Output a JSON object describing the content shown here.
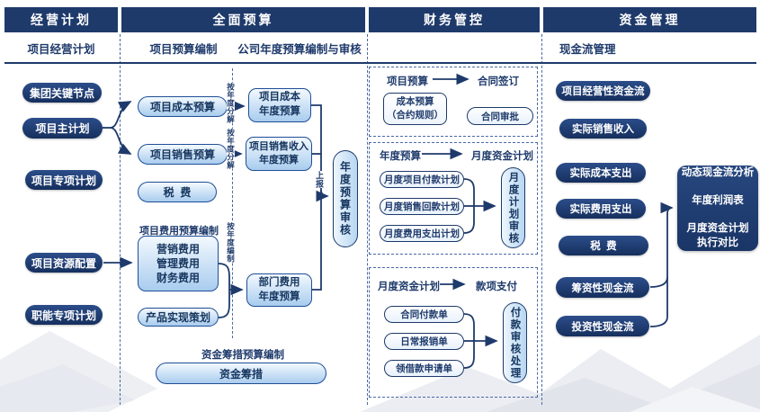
{
  "colors": {
    "navy": "#1e3a6b",
    "light_blue": "#a9ccee",
    "border_blue": "#1f4e96",
    "dash": "#4a69a5"
  },
  "headers": {
    "col1": "经营计划",
    "col2": "全面预算",
    "col3": "财务管控",
    "col4": "资金管理"
  },
  "subtitles": {
    "col1": "项目经营计划",
    "col2a": "项目预算编制",
    "col2b": "公司年度预算编制与审核",
    "col4": "现金流管理"
  },
  "col1": {
    "pills": [
      "集团关键节点",
      "项目主计划",
      "项目专项计划",
      "项目资源配置",
      "职能专项计划"
    ]
  },
  "col2": {
    "pill_cost": "项目成本预算",
    "pill_sales": "项目销售预算",
    "pill_tax": "税  费",
    "fee_label": "项目费用预算编制",
    "fee_box": "营销费用\n管理费用\n财务费用",
    "pill_product": "产品实现策划",
    "box_cost_annual": "项目成本\n年度预算",
    "box_sales_annual": "项目销售收入\n年度预算",
    "box_dept_annual": "部门费用\n年度预算",
    "vpill_review": "年度预算审核",
    "label_report": "上报",
    "vlabel_decompose_1": "按年度分解",
    "vlabel_decompose_2": "按年度分解",
    "vlabel_compile": "按年度编制",
    "funding_label": "资金筹措预算编制",
    "funding_pill": "资金筹措"
  },
  "col3": {
    "sec1": {
      "from": "项目预算",
      "to": "合同签订",
      "box": "成本预算\n（合约规则）",
      "pill": "合同审批"
    },
    "sec2": {
      "from": "年度预算",
      "to": "月度资金计划",
      "pills": [
        "月度项目付款计划",
        "月度销售回款计划",
        "月度费用支出计划"
      ],
      "vpill": "月度计划审核"
    },
    "sec3": {
      "from": "月度资金计划",
      "to": "款项支付",
      "pills": [
        "合同付款单",
        "日常报销单",
        "领借款申请单"
      ],
      "vpill": "付款审核处理"
    }
  },
  "col4": {
    "pills": [
      "项目经营性资金流",
      "实际销售收入",
      "实际成本支出",
      "实际费用支出",
      "税  费",
      "筹资性现金流",
      "投资性现金流"
    ],
    "analysis_box": "动态现金流分析\n\n年度利润表\n\n月度资金计划\n执行对比"
  }
}
